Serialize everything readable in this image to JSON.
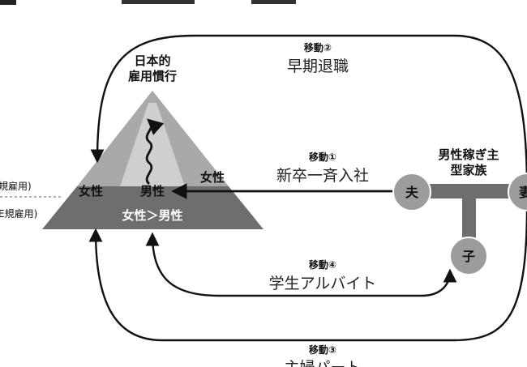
{
  "pyramid": {
    "title_line1": "日本的",
    "title_line2": "雇用慣行",
    "left_label": "女性",
    "center_label": "男性",
    "right_label": "女性",
    "base_label": "女性＞男性"
  },
  "side_labels": {
    "regular": "規雇用)",
    "nonregular": "E規雇用)"
  },
  "family": {
    "title_line1": "男性稼ぎ主",
    "title_line2": "型家族",
    "husband": "夫",
    "child": "子",
    "wife_partial": "妻"
  },
  "moves": {
    "m1": {
      "num": "移動①",
      "label": "新卒一斉入社"
    },
    "m2": {
      "num": "移動②",
      "label": "早期退職"
    },
    "m3": {
      "num": "移動③",
      "label": "主婦パート"
    },
    "m4": {
      "num": "移動④",
      "label": "学生アルバイト"
    }
  },
  "colors": {
    "dark": "#6e6e6e",
    "mid": "#a9a9a9",
    "light": "#cfcfcf",
    "node": "#9c9c9c"
  }
}
